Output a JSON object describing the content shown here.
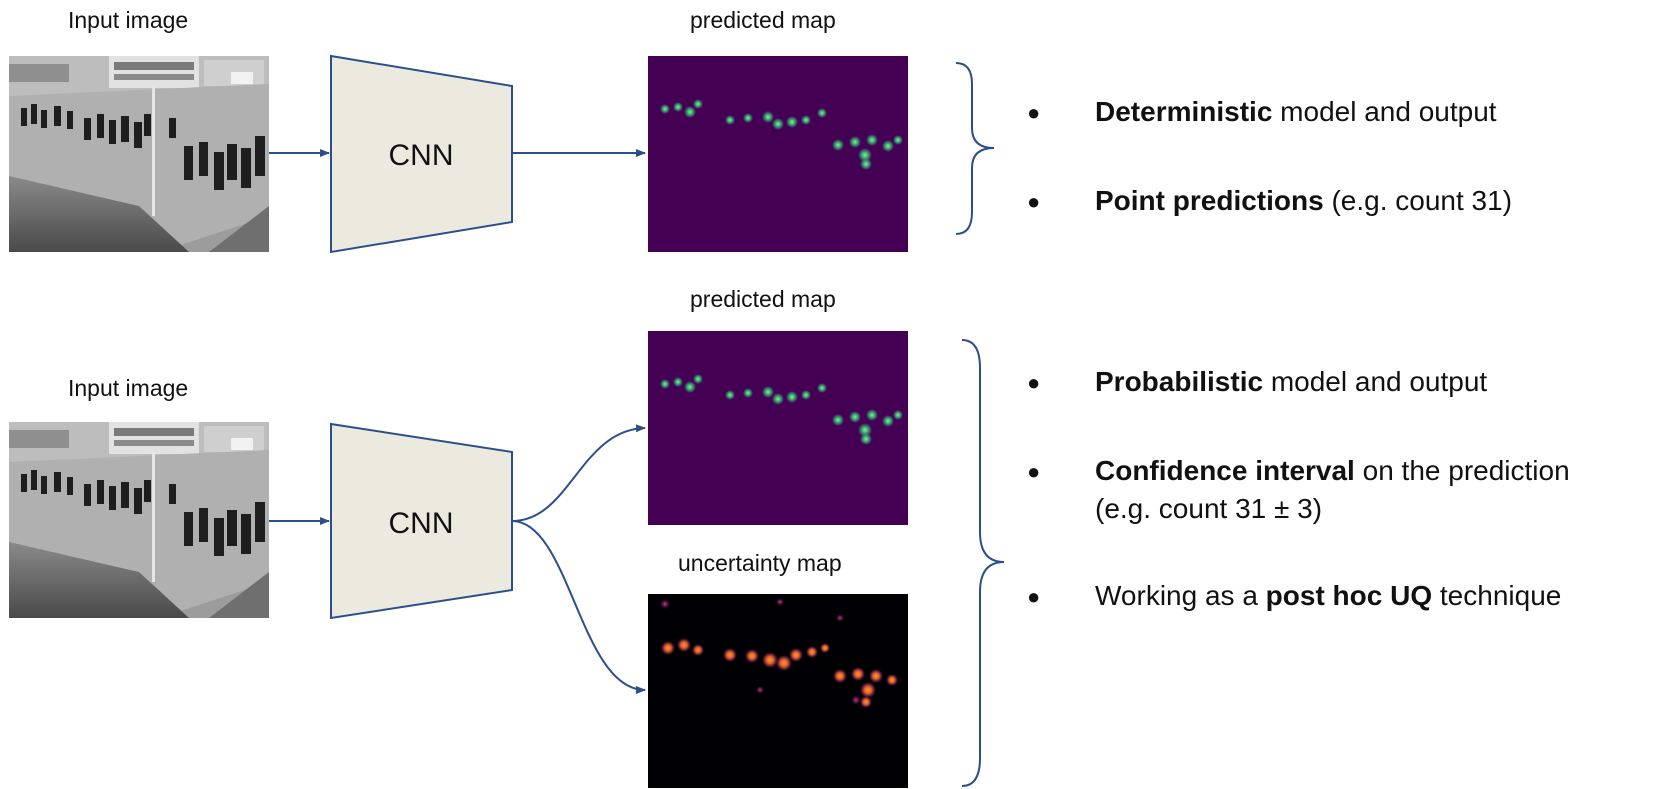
{
  "top_row": {
    "input_caption": "Input image",
    "network_label": "CNN",
    "output_caption": "predicted map",
    "bullets": [
      {
        "bold": "Deterministic",
        "rest": " model and output"
      },
      {
        "bold": "Point predictions",
        "rest": " (e.g. count 31)"
      }
    ]
  },
  "bottom_row": {
    "input_caption": "Input image",
    "network_label": "CNN",
    "output_caption": "predicted map",
    "uncertainty_caption": "uncertainty map",
    "bullets": [
      {
        "pre": "",
        "bold": "Probabilistic",
        "rest": " model and output",
        "line2": ""
      },
      {
        "pre": "",
        "bold": "Confidence interval",
        "rest": " on the prediction",
        "line2": "(e.g. count 31 ± 3)"
      },
      {
        "pre": "Working as a ",
        "bold": "post hoc UQ",
        "rest": " technique",
        "line2": ""
      }
    ]
  },
  "bullet_symbol": "●",
  "colors": {
    "arrow": "#2c4f8c",
    "cnn_fill": "#eceadf",
    "cnn_stroke": "#2c4f8c",
    "density_bg": "#440154",
    "density_peak": "#35b779",
    "uncertainty_bg": "#000004",
    "uncertainty_peak": "#fca50a"
  }
}
